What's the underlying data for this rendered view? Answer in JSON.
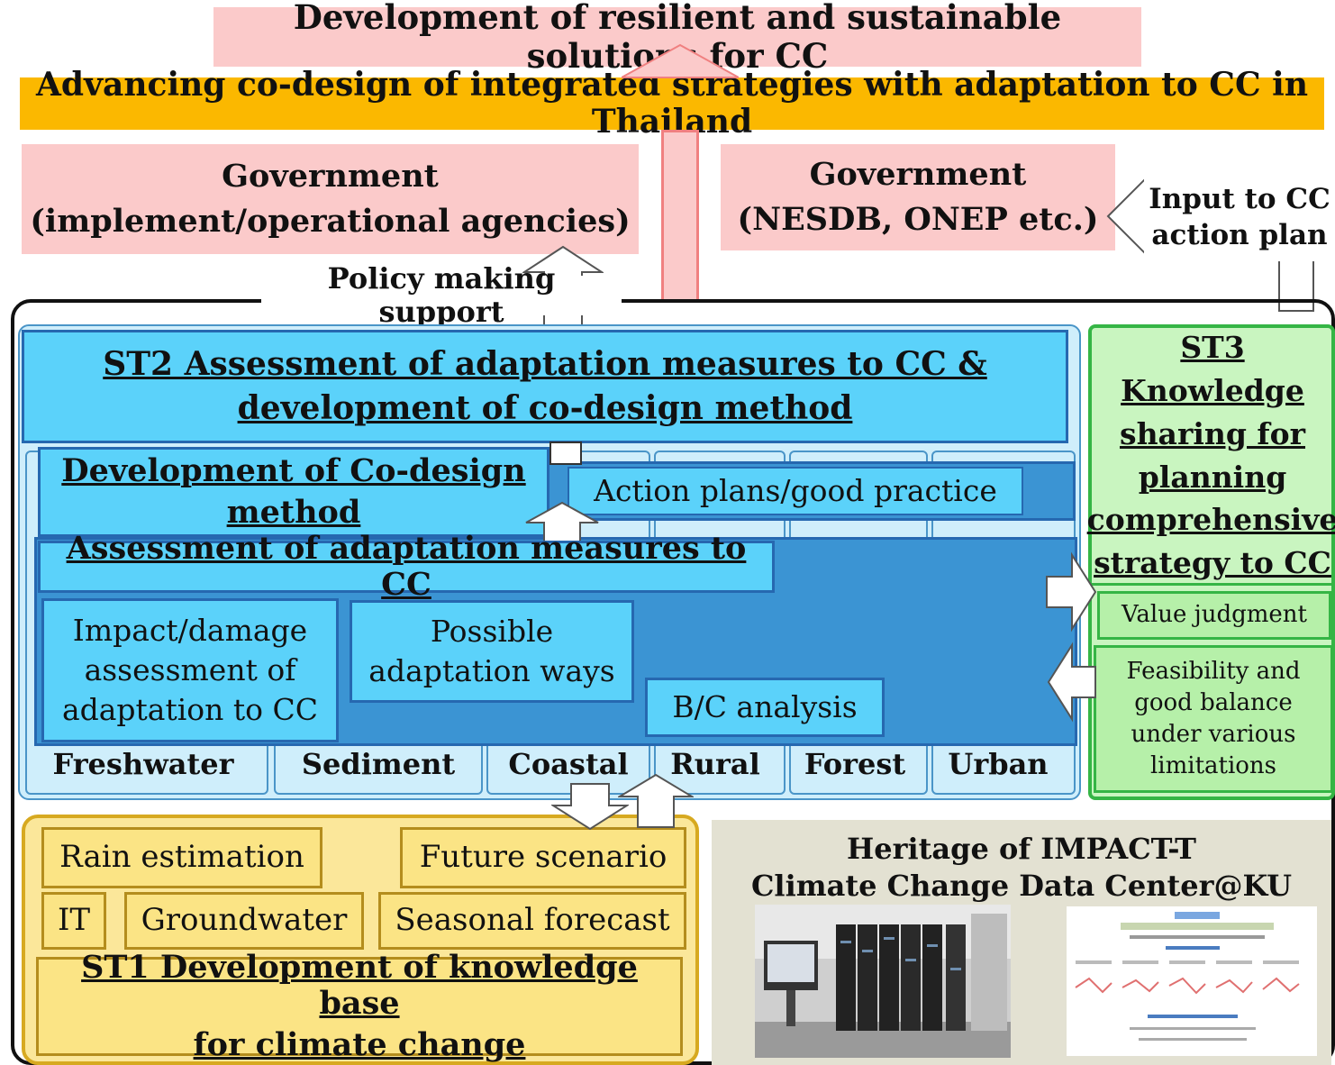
{
  "top": {
    "goal": "Development of resilient and sustainable solutions for CC",
    "banner": "Advancing co-design of integrated strategies with adaptation to CC in Thailand"
  },
  "government_left": {
    "line1": "Government",
    "line2": "(implement/operational agencies)"
  },
  "government_right": {
    "line1": "Government",
    "line2": "(NESDB, ONEP etc.)"
  },
  "input_label": {
    "line1": "Input to CC",
    "line2": "action plan"
  },
  "policy_label": "Policy making support",
  "st2": {
    "line1": "ST2 Assessment of adaptation measures to CC &",
    "line2": "development of co-design method"
  },
  "codesign": {
    "line1": "Development of Co-design",
    "line2": "method"
  },
  "action_plans": "Action plans/good practice",
  "assessment_title": "Assessment of adaptation measures to CC",
  "impact": {
    "line1": "Impact/damage",
    "line2": "assessment of",
    "line3": "adaptation to CC"
  },
  "possible": {
    "line1": "Possible",
    "line2": "adaptation ways"
  },
  "bc_analysis": "B/C analysis",
  "sectors": [
    "Freshwater",
    "Sediment",
    "Coastal",
    "Rural",
    "Forest",
    "Urban"
  ],
  "st3": {
    "line1": "ST3",
    "line2": "Knowledge",
    "line3": "sharing for",
    "line4": "planning",
    "line5": "comprehensive",
    "line6": "strategy to CC"
  },
  "value_judgment": "Value judgment",
  "feasibility": {
    "line1": "Feasibility and",
    "line2": "good balance",
    "line3": "under various",
    "line4": "limitations"
  },
  "st1": {
    "rain": "Rain estimation",
    "future": "Future scenario",
    "it": "IT",
    "groundwater": "Groundwater",
    "seasonal": "Seasonal forecast",
    "title_line1": "ST1 Development of knowledge base",
    "title_line2": "for climate change"
  },
  "heritage": {
    "line1": "Heritage of IMPACT-T",
    "line2": "Climate Change Data Center@KU"
  },
  "colors": {
    "pink": "#fbcaca",
    "banner_orange": "#fbb800",
    "cyan": "#5bd2fa",
    "mid_blue": "#3b94d3",
    "green": "#35b545",
    "yellow": "#fbe79a"
  }
}
